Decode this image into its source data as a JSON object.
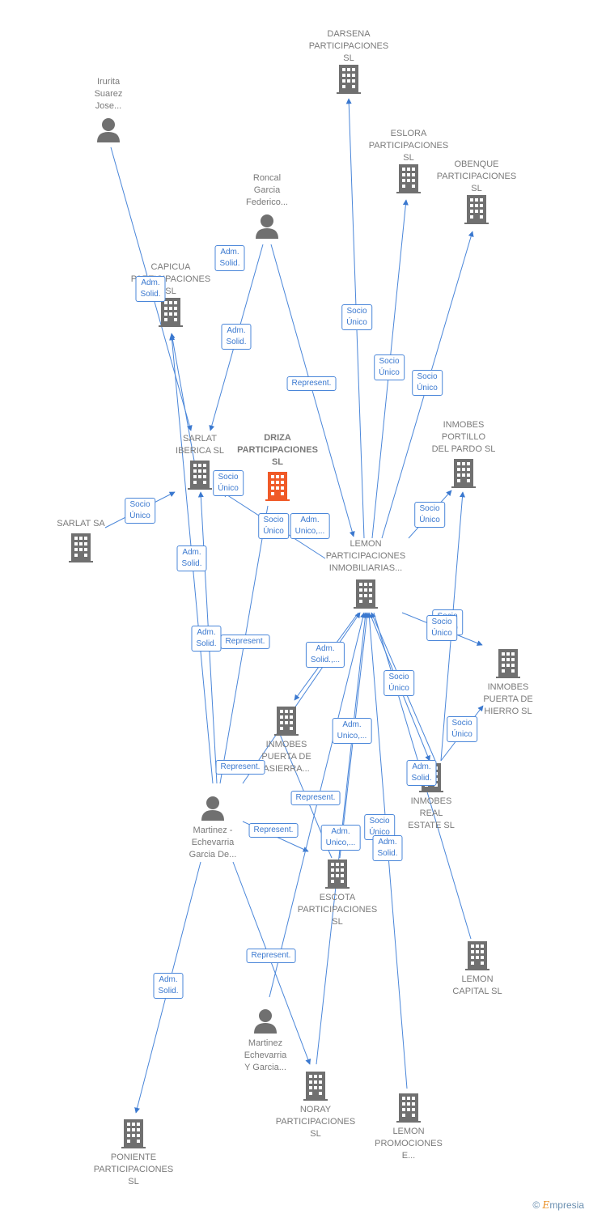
{
  "nodes": {
    "darsena": {
      "label": "DARSENA\nPARTICIPACIONES\nSL",
      "type": "company"
    },
    "irurita": {
      "label": "Irurita\nSuarez\nJose...",
      "type": "person"
    },
    "eslora": {
      "label": "ESLORA\nPARTICIPACIONES\nSL",
      "type": "company"
    },
    "obenque": {
      "label": "OBENQUE\nPARTICIPACIONES\nSL",
      "type": "company"
    },
    "roncal": {
      "label": "Roncal\nGarcia\nFederico...",
      "type": "person"
    },
    "capicua": {
      "label": "CAPICUA\nPARTICIPACIONES\nSL",
      "type": "company"
    },
    "sarlat_iberica": {
      "label": "SARLAT\nIBERICA  SL",
      "type": "company"
    },
    "driza": {
      "label": "DRIZA\nPARTICIPACIONES\nSL",
      "type": "focus"
    },
    "portillo": {
      "label": "INMOBES\nPORTILLO\nDEL PARDO  SL",
      "type": "company"
    },
    "sarlat_sa": {
      "label": "SARLAT SA",
      "type": "company"
    },
    "lemon_part": {
      "label": "LEMON\nPARTICIPACIONES\nINMOBILIARIAS...",
      "type": "company"
    },
    "hierro": {
      "label": "INMOBES\nPUERTA DE\nHIERRO  SL",
      "type": "company"
    },
    "asierra": {
      "label": "INMOBES\nPUERTA DE\nASIERRA...",
      "type": "company"
    },
    "real_estate": {
      "label": "INMOBES\nREAL\nESTATE  SL",
      "type": "company"
    },
    "martinez_ech": {
      "label": "Martinez -\nEchevarria\nGarcia De...",
      "type": "person"
    },
    "escota": {
      "label": "ESCOTA\nPARTICIPACIONES\nSL",
      "type": "company"
    },
    "lemon_capital": {
      "label": "LEMON\nCAPITAL SL",
      "type": "company"
    },
    "martinez_y": {
      "label": "Martinez\nEchevarria\nY Garcia...",
      "type": "person"
    },
    "noray": {
      "label": "NORAY\nPARTICIPACIONES\nSL",
      "type": "company"
    },
    "lemon_prom": {
      "label": "LEMON\nPROMOCIONES\nE...",
      "type": "company"
    },
    "poniente": {
      "label": "PONIENTE\nPARTICIPACIONES\nSL",
      "type": "company"
    }
  },
  "edge_labels": {
    "a1": "Adm.\nSolid.",
    "a2": "Adm.\nSolid.",
    "a3": "Adm.\nSolid.",
    "a4": "Socio\nÚnico",
    "a5": "Socio\nÚnico",
    "a6": "Socio\nÚnico",
    "a7": "Represent.",
    "a8": "Socio\nÚnico",
    "a9": "Socio\nÚnico",
    "a10": "Socio\nÚnico",
    "a11": "Socio\nÚnico",
    "a12": "Adm.\nUnico,...",
    "a13": "Adm.\nSolid.",
    "a14": "Adm.\nSolid.",
    "a15": "Represent.",
    "a16": "Socio\nÚnico",
    "a17": "Socio\nÚnico",
    "a18": "Adm.\nSolid.,...",
    "a19": "Socio\nÚnico",
    "a20": "Adm.\nUnico,...",
    "a21": "Socio\nÚnico",
    "a22": "Represent.",
    "a23": "Adm.\nSolid.",
    "a24": "Represent.",
    "a25": "Represent.",
    "a26": "Adm.\nUnico,...",
    "a27": "Socio\nÚnico",
    "a28": "Adm.\nSolid.",
    "a29": "Adm.\nSolid.",
    "a30": "Represent."
  },
  "colors": {
    "edge": "#3a78cf",
    "icon": "#707070",
    "focus": "#f05a28"
  },
  "brand": {
    "copyright": "©",
    "name_initial": "E",
    "name_rest": "mpresia"
  }
}
